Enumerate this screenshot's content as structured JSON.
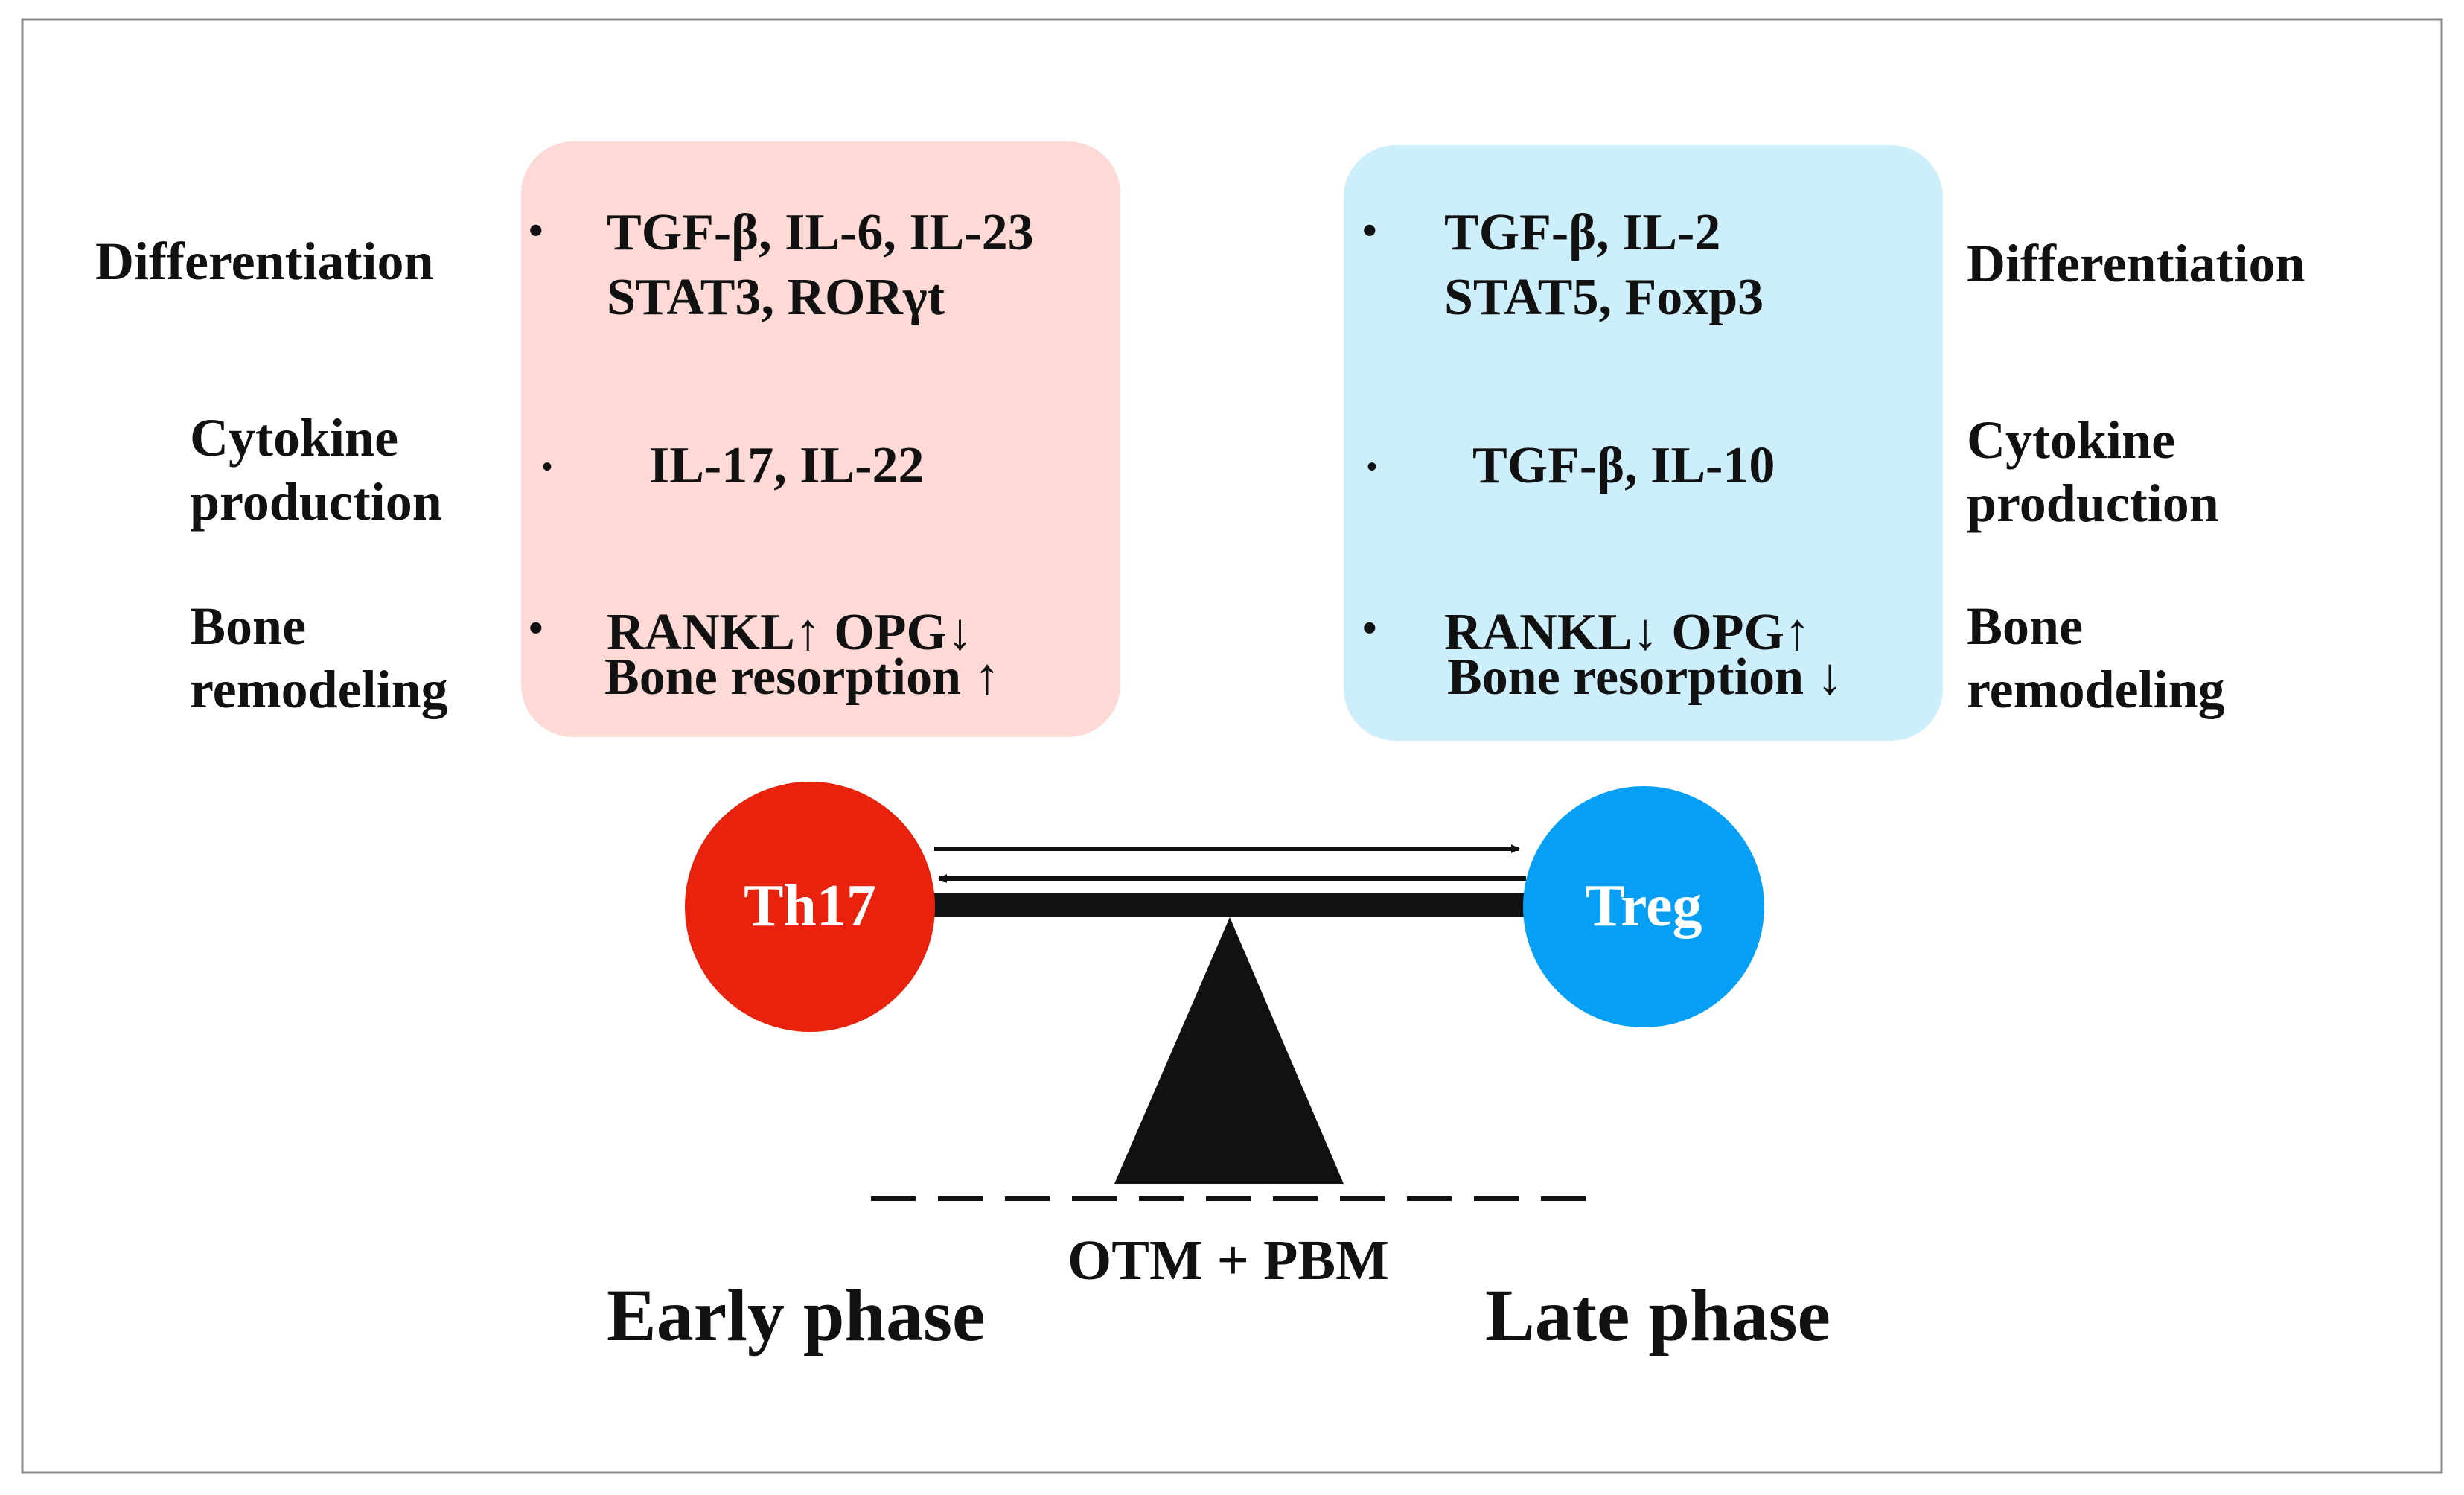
{
  "row_labels": {
    "differentiation": "Differentiation",
    "cytokine_line1": "Cytokine",
    "cytokine_line2": "production",
    "bone_line1": "Bone",
    "bone_line2": "remodeling"
  },
  "th17_box": {
    "differentiation_line1": "TGF-β, IL-6, IL-23",
    "differentiation_line2": "STAT3, RORγt",
    "cytokines": "IL-17, IL-22",
    "bone_line1": "RANKL↑ OPG↓",
    "bone_line2": "Bone resorption ↑"
  },
  "treg_box": {
    "differentiation_line1": "TGF-β, IL-2",
    "differentiation_line2": "STAT5, Foxp3",
    "cytokines": "TGF-β, IL-10",
    "bone_line1": "RANKL↓ OPG↑",
    "bone_line2": "Bone resorption ↓"
  },
  "bullet": "•",
  "th17_label": "Th17",
  "treg_label": "Treg",
  "treatment_label": "OTM + PBM",
  "early_phase": "Early phase",
  "late_phase": "Late phase",
  "colors": {
    "th17_box": "#fddad6",
    "treg_box": "#cdeefb",
    "th17_circle": "#e8220d",
    "treg_circle": "#05a0f6",
    "ink": "#111111"
  }
}
